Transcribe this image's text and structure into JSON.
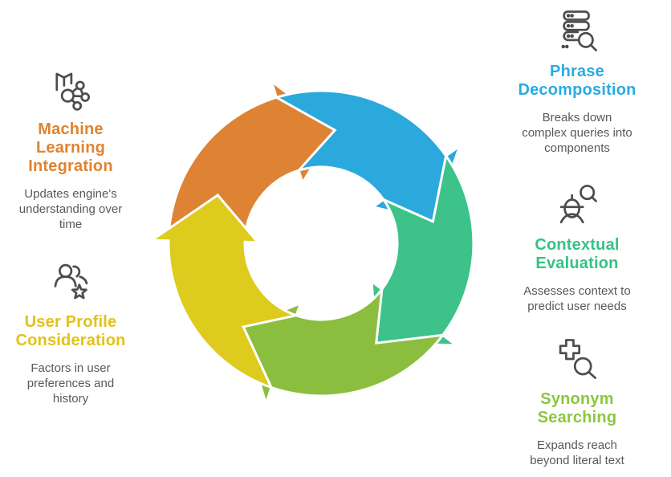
{
  "colors": {
    "background": "#ffffff",
    "icon_stroke": "#4d4d4f",
    "body_text": "#58595b"
  },
  "cycle": {
    "description": "Five-step clockwise search-engine query processing cycle",
    "segments": [
      {
        "label": "Machine Learning Integration",
        "color": "#de8334"
      },
      {
        "label": "Phrase Decomposition",
        "color": "#2ba9dc"
      },
      {
        "label": "Contextual Evaluation",
        "color": "#3dc389"
      },
      {
        "label": "Synonym Searching",
        "color": "#8bbe3e"
      },
      {
        "label": "User Profile Consideration",
        "color": "#ddcb1d"
      }
    ]
  },
  "panels": {
    "machine_learning": {
      "icon": "book-network-icon",
      "title": "Machine\nLearning\nIntegration",
      "accent": "#e0832f",
      "description": "Updates engine's\nunderstanding over\ntime"
    },
    "user_profile": {
      "icon": "users-star-icon",
      "title": "User Profile\nConsideration",
      "accent": "#e2c218",
      "description": "Factors in user\npreferences and\nhistory"
    },
    "phrase_decomposition": {
      "icon": "server-search-icon",
      "title": "Phrase\nDecomposition",
      "accent": "#29abe2",
      "description": "Breaks down\ncomplex queries into\ncomponents"
    },
    "contextual_evaluation": {
      "icon": "person-search-icon",
      "title": "Contextual\nEvaluation",
      "accent": "#35c287",
      "description": "Assesses context to\npredict user needs"
    },
    "synonym_searching": {
      "icon": "plus-search-icon",
      "title": "Synonym\nSearching",
      "accent": "#8cc63f",
      "description": "Expands reach\nbeyond literal text"
    }
  }
}
